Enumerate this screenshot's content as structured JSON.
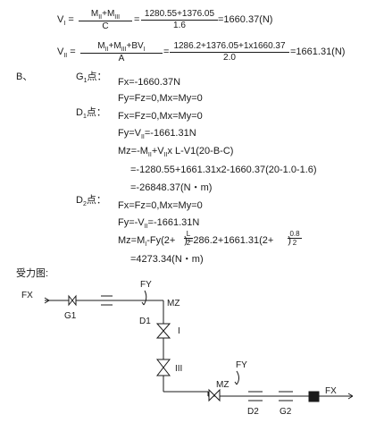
{
  "formulas": {
    "v1": {
      "lhs": "V",
      "lhs_sub": "I",
      "num_a": "M",
      "num_a_sub": "II",
      "num_plus": "+M",
      "num_b_sub": "III",
      "den": "C",
      "num2": "1280.55+1376.05",
      "den2": "1.6",
      "result": "=1660.37(N)"
    },
    "v2": {
      "lhs": "V",
      "lhs_sub": "II",
      "num_a": "M",
      "num_a_sub": "II",
      "num_plus": "+M",
      "num_b_sub": "III",
      "num_plus2": "+BV",
      "num_c_sub": "I",
      "den": "A",
      "num2": "1286.2+1376.05+1x1660.37",
      "den2": "2.0",
      "result": "=1661.31(N)"
    }
  },
  "section_b": "B、",
  "points": {
    "g1": {
      "label": "G",
      "label_sub": "1",
      "label_suffix": "点：",
      "lines": [
        "Fx=-1660.37N",
        "Fy=Fz=0,Mx=My=0"
      ]
    },
    "d1": {
      "label": "D",
      "label_sub": "1",
      "label_suffix": "点：",
      "line1": "Fx=Fz=0,Mx=My=0",
      "line2_a": "Fy=V",
      "line2_sub": "II",
      "line2_b": "=-1661.31N",
      "line3_a": "Mz=-M",
      "line3_sub1": "II",
      "line3_b": "+V",
      "line3_sub2": "II",
      "line3_c": "x L-V1(20-B-C)",
      "line4": "=-1280.55+1661.31x2-1660.37(20-1.0-1.6)",
      "line5": "=-26848.37(N・m)"
    },
    "d2": {
      "label": "D",
      "label_sub": "2",
      "label_suffix": "点：",
      "line1": "Fx=Fz=0,Mx=My=0",
      "line2_a": "Fy=-V",
      "line2_sub": "II",
      "line2_b": "=-1661.31N",
      "line3_a": "Mz=M",
      "line3_sub": "I",
      "line3_b": "-Fy(2+",
      "line3_frac_n": "L",
      "line3_frac_d": "2",
      "line3_c": ")=286.2+1661.31(2+",
      "line3_frac2_n": "0.8",
      "line3_frac2_d": "2",
      "line3_d": ")",
      "line4": "=4273.34(N・m)"
    }
  },
  "diagram": {
    "heading": "受力图:",
    "labels": {
      "fx_left": "FX",
      "fy_top": "FY",
      "mz_top": "MZ",
      "g1": "G1",
      "d1": "D1",
      "seg1": "I",
      "seg3": "III",
      "fy_bottom": "FY",
      "mz_bottom": "MZ",
      "d2": "D2",
      "g2": "G2",
      "fx_right": "FX"
    }
  }
}
